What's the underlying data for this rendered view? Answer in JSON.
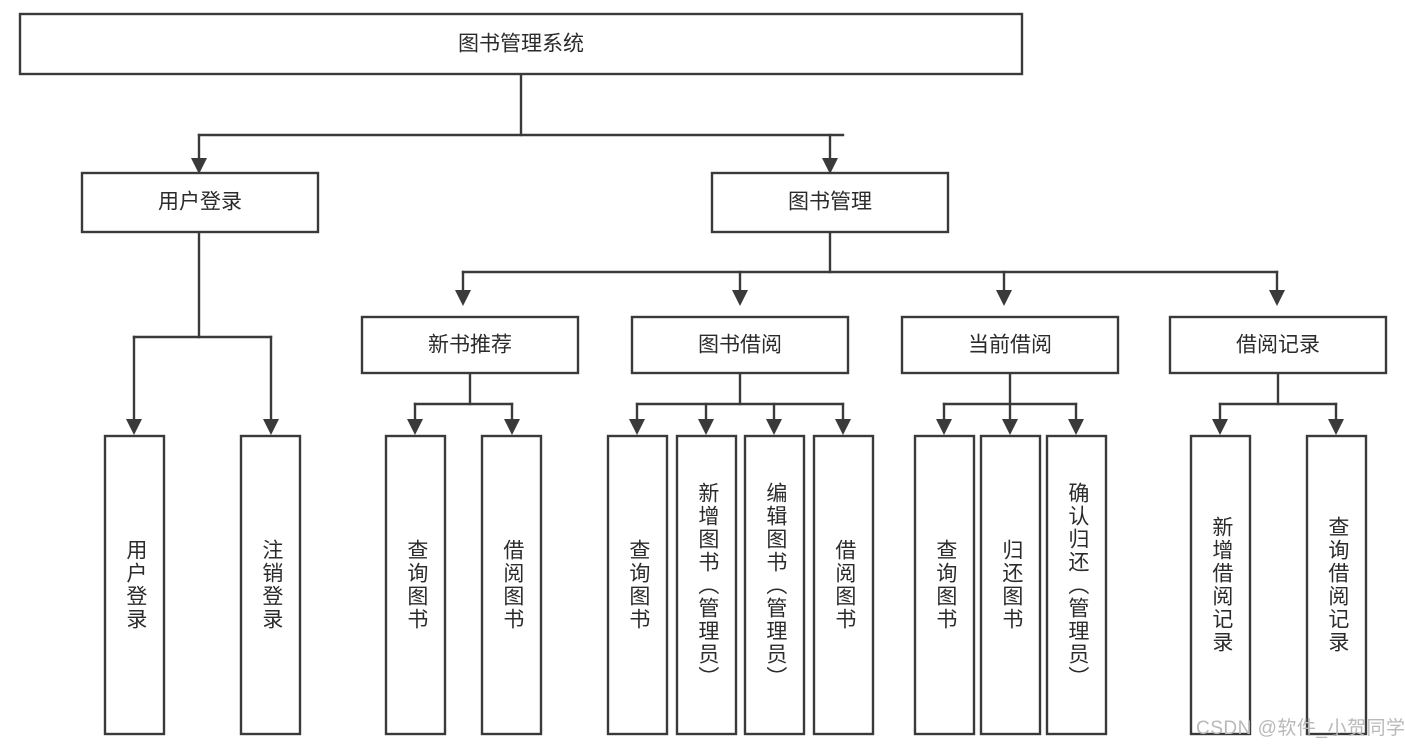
{
  "diagram": {
    "title_text": "图书管理系统",
    "type": "tree-hierarchy-chart",
    "stroke_color": "#3a3a3a",
    "fill_color": "#ffffff",
    "background_color": "#ffffff",
    "text_color": "#2b2b2b"
  },
  "root": {
    "label": "图书管理系统"
  },
  "level2": {
    "user_login": {
      "label": "用户登录"
    },
    "book_manage": {
      "label": "图书管理"
    }
  },
  "level3": {
    "new_book_rec": {
      "label": "新书推荐"
    },
    "book_borrow": {
      "label": "图书借阅"
    },
    "current_borrow": {
      "label": "当前借阅"
    },
    "borrow_record": {
      "label": "借阅记录"
    }
  },
  "leaves": {
    "user_login_children": [
      {
        "label": "用户登录"
      },
      {
        "label": "注销登录"
      }
    ],
    "new_book_rec_children": [
      {
        "label": "查询图书"
      },
      {
        "label": "借阅图书"
      }
    ],
    "book_borrow_children": [
      {
        "label": "查询图书"
      },
      {
        "label": "新增图书（管理员）"
      },
      {
        "label": "编辑图书（管理员）"
      },
      {
        "label": "借阅图书"
      }
    ],
    "current_borrow_children": [
      {
        "label": "查询图书"
      },
      {
        "label": "归还图书"
      },
      {
        "label": "确认归还（管理员）"
      }
    ],
    "borrow_record_children": [
      {
        "label": "新增借阅记录"
      },
      {
        "label": "查询借阅记录"
      }
    ]
  },
  "watermark": {
    "text": "CSDN @软件_小贺同学",
    "color": "#b9b9b9"
  }
}
